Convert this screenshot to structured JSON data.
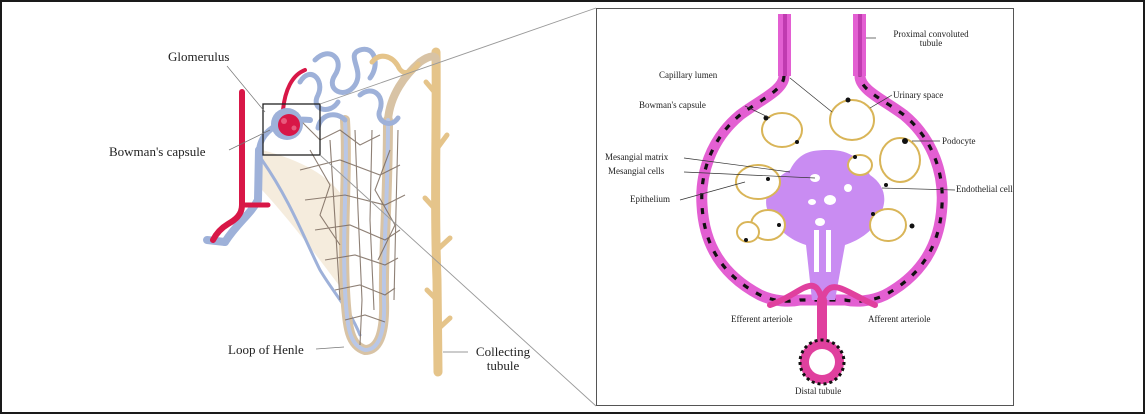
{
  "colors": {
    "artery": "#d81747",
    "vein": "#9eb1d9",
    "tubule": "#e5c48a",
    "capillary_mesh": "#7b6a5e",
    "bowman_wall": "#e35fd2",
    "mesangium": "#c98cf2",
    "lumen_ring": "#d9b558",
    "nuclei": "#1a1a1a",
    "frame": "#1a1a1a"
  },
  "nephron_labels": {
    "glomerulus": "Glomerulus",
    "bowmans_capsule": "Bowman's capsule",
    "loop_of_henle": "Loop of Henle",
    "collecting_tubule_1": "Collecting",
    "collecting_tubule_2": "tubule"
  },
  "inset_labels": {
    "proximal_1": "Proximal convoluted",
    "proximal_2": "tubule",
    "capillary_lumen": "Capillary lumen",
    "bowmans_capsule": "Bowman's capsule",
    "urinary_space": "Urinary space",
    "podocyte": "Podocyte",
    "mesangial_matrix": "Mesangial matrix",
    "mesangial_cells": "Mesangial cells",
    "epithelium": "Epithelium",
    "endothelial_cell": "Endothelial cell",
    "efferent_arteriole": "Efferent arteriole",
    "afferent_arteriole": "Afferent arteriole",
    "distal_tubule": "Distal tubule"
  }
}
